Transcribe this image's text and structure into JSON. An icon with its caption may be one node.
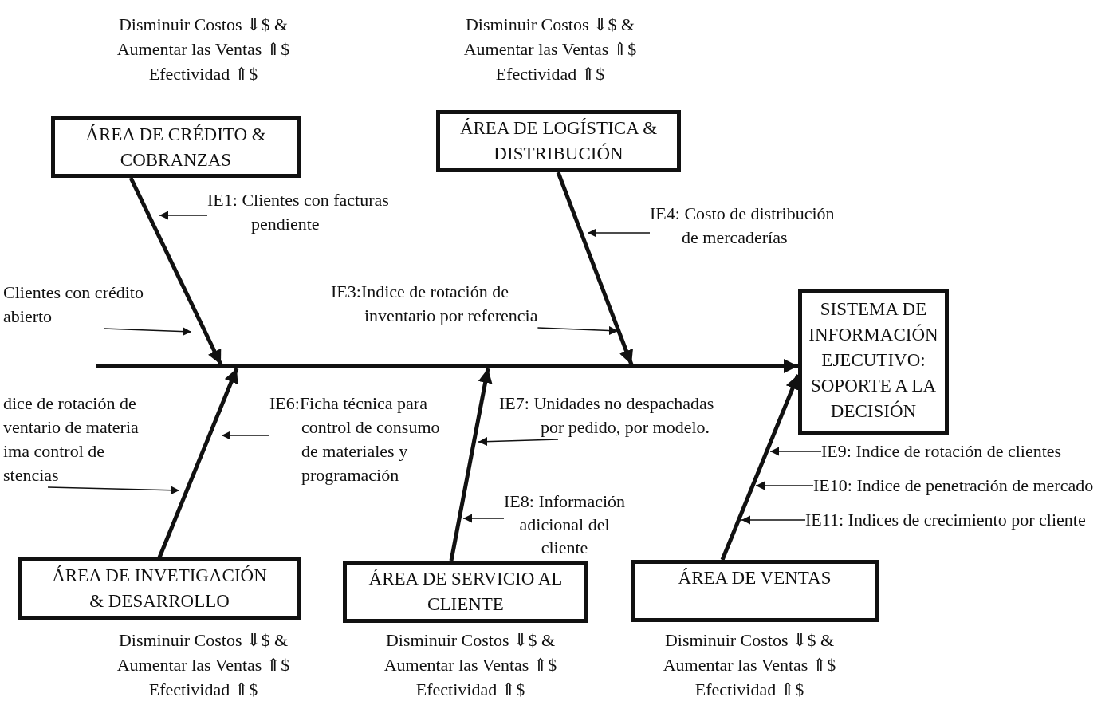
{
  "diagram": {
    "nodes": [
      {
        "text": [
          "ÁREA DE CRÉDITO & COBRANZAS"
        ],
        "beside": [
          "Disminuir Costos ⇓$ & Aumentar las Ventas ⇑$ Efectividad ⇑$"
        ]
      },
      {
        "text": [
          "ÁREA DE LOGÍSTICA & DISTRIBUCIÓN"
        ],
        "beside": [
          "Disminuir Costos ⇓$ & Aumentar las Ventas ⇑$ Efectividad ⇑$"
        ]
      },
      {
        "text": [
          "SISTEMA DE INFORMACIÓN EJECUTIVO: SOPORTE A LA DECISIÓN"
        ]
      },
      {
        "text": [
          "ÁREA DE INVETIGACIÓN & DESARROLLO"
        ],
        "beside": [
          "Disminuir Costos ⇓$ & Aumentar las Ventas ⇑$ Efectividad ⇑$"
        ]
      },
      {
        "text": [
          "ÁREA DE SERVICIO AL CLIENTE"
        ],
        "beside": [
          "Disminuir Costos ⇓$ & Aumentar las Ventas ⇑$ Efectividad ⇑$"
        ]
      },
      {
        "text": [
          "ÁREA DE VENTAS"
        ],
        "beside": [
          "Disminuir Costos ⇓$ & Aumentar las Ventas ⇑$ Efectividad ⇑$"
        ]
      },
      {
        "text": [
          "IE1: Clientes con facturas pendiente"
        ]
      },
      {
        "text": [
          "Clientes con crédito abierto"
        ]
      },
      {
        "text": [
          "IE3:Indice de rotación de inventario por referencia"
        ]
      },
      {
        "text": [
          "IE4: Costo de distribución de mercaderías"
        ]
      },
      {
        "text": [
          "dice de rotación de ventario de materia ima control de stencias"
        ]
      },
      {
        "text": [
          "IE6:Ficha técnica para control de consumo de materiales y programación"
        ]
      },
      {
        "text": [
          "IE7: Unidades no despachadas por pedido, por modelo."
        ]
      },
      {
        "text": [
          "IE8: Información adicional del cliente"
        ]
      },
      {
        "text": [
          "IE9: Indice de rotación de clientes"
        ]
      },
      {
        "text": [
          "IE10: Indice de penetración de mercado"
        ]
      },
      {
        "text": [
          "IE11: Indices de crecimiento por cliente"
        ]
      },
      {
        "text": [],
        "shape": "bar"
      }
    ],
    "edges": [
      {
        "from": 17,
        "to": 2,
        "arrow": "to",
        "style": "thick"
      },
      {
        "from": 0,
        "to": 17,
        "arrow": "to",
        "style": "thick"
      },
      {
        "from": 1,
        "to": 17,
        "arrow": "to",
        "style": "thick"
      },
      {
        "from": 3,
        "to": 17,
        "arrow": "to",
        "style": "thick"
      },
      {
        "from": 4,
        "to": 17,
        "arrow": "to",
        "style": "thick"
      },
      {
        "from": 5,
        "to": 2,
        "arrow": "to",
        "style": "thick"
      },
      {
        "from": 6,
        "to": null,
        "arrow": "to"
      },
      {
        "from": 7,
        "to": null,
        "arrow": "to"
      },
      {
        "from": 8,
        "to": null,
        "arrow": "to"
      },
      {
        "from": 9,
        "to": null,
        "arrow": "to"
      },
      {
        "from": 10,
        "to": null,
        "arrow": "to"
      },
      {
        "from": 11,
        "to": null,
        "arrow": "to"
      },
      {
        "from": 12,
        "to": null,
        "arrow": "to"
      },
      {
        "from": 13,
        "to": null,
        "arrow": "to"
      },
      {
        "from": 14,
        "to": null,
        "arrow": "to"
      },
      {
        "from": 15,
        "to": null,
        "arrow": "to"
      },
      {
        "from": 16,
        "to": null,
        "arrow": "to"
      }
    ]
  }
}
